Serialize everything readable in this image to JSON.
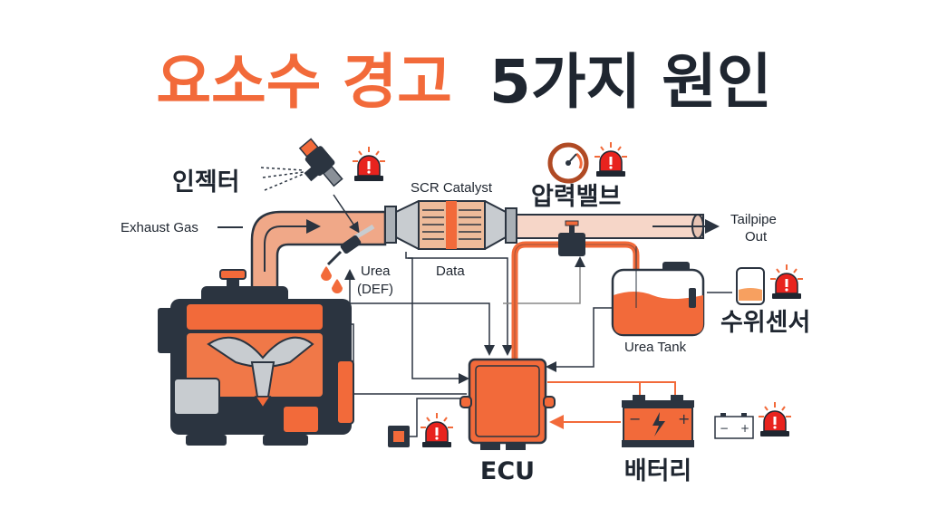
{
  "title": {
    "part1": "요소수 경고",
    "part2": "5가지 원인"
  },
  "labels": {
    "injector": "인젝터",
    "exhaust_gas": "Exhaust Gas",
    "scr_catalyst": "SCR Catalyst",
    "pressure_valve": "압력밸브",
    "tailpipe_line1": "Tailpipe",
    "tailpipe_line2": "Out",
    "urea_line1": "Urea",
    "urea_line2": "(DEF)",
    "data": "Data",
    "level_sensor": "수위센서",
    "urea_tank": "Urea Tank",
    "ecu": "ECU",
    "battery": "배터리"
  },
  "colors": {
    "accent": "#f26a3a",
    "dark": "#1f2630",
    "pipe": "#f0a888",
    "alarm": "#e8231e",
    "alarm_warn": "#f7862a"
  }
}
